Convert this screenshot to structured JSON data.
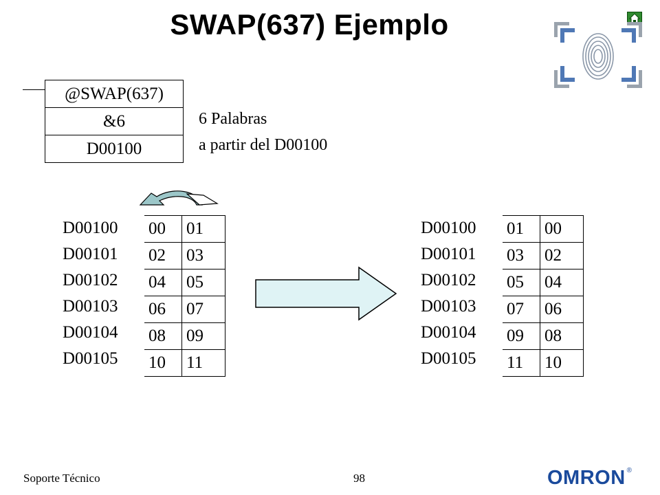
{
  "slide": {
    "title": "SWAP(637) Ejemplo",
    "instruction": {
      "mnemonic": "@SWAP(637)",
      "operand1": "&6",
      "operand2": "D00100"
    },
    "note_line1": "6 Palabras",
    "note_line2": "a partir del D00100"
  },
  "before": {
    "rows": [
      {
        "addr": "D00100",
        "hi": "00",
        "lo": "01"
      },
      {
        "addr": "D00101",
        "hi": "02",
        "lo": "03"
      },
      {
        "addr": "D00102",
        "hi": "04",
        "lo": "05"
      },
      {
        "addr": "D00103",
        "hi": "06",
        "lo": "07"
      },
      {
        "addr": "D00104",
        "hi": "08",
        "lo": "09"
      },
      {
        "addr": "D00105",
        "hi": "10",
        "lo": "11"
      }
    ]
  },
  "after": {
    "rows": [
      {
        "addr": "D00100",
        "hi": "01",
        "lo": "00"
      },
      {
        "addr": "D00101",
        "hi": "03",
        "lo": "02"
      },
      {
        "addr": "D00102",
        "hi": "05",
        "lo": "04"
      },
      {
        "addr": "D00103",
        "hi": "07",
        "lo": "06"
      },
      {
        "addr": "D00104",
        "hi": "09",
        "lo": "08"
      },
      {
        "addr": "D00105",
        "hi": "11",
        "lo": "10"
      }
    ]
  },
  "footer": {
    "left": "Soporte Técnico",
    "page": "98",
    "brand": "OMRON"
  },
  "icons": {
    "home": "home-icon",
    "logo": "fingerprint-logo-icon"
  },
  "colors": {
    "arrow_fill": "#dff3f5",
    "curved_arrow_fill": "#9cc7c9",
    "brand": "#1a4a9c",
    "home": "#2f8a2f"
  }
}
